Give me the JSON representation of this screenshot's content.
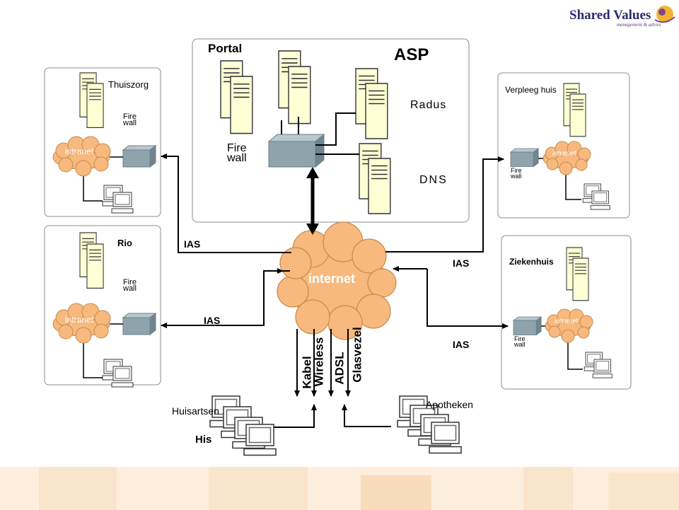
{
  "logo": {
    "name": "Shared Values",
    "tagline": "management & advies"
  },
  "portal": {
    "title": "Portal",
    "asp_label": "ASP",
    "radius_label": "Radus",
    "dns_label": "DNS",
    "firewall_label": "Fire\nwall"
  },
  "thuiszorg": {
    "title": "Thuiszorg",
    "firewall_label": "Fire\nwall",
    "intranet_label": "intranet"
  },
  "rio": {
    "title": "Rio",
    "firewall_label": "Fire\nwall",
    "intranet_label": "intranet"
  },
  "verpleeghuis": {
    "title": "Verpleeg huis",
    "firewall_label": "Fire\nwall",
    "intranet_label": "intranet"
  },
  "ziekenhuis": {
    "title": "Ziekenhuis",
    "firewall_label": "Fire\nwall",
    "intranet_label": "intranet"
  },
  "internet_label": "internet",
  "ias_labels": [
    "IAS",
    "IAS",
    "IAS",
    "IAS"
  ],
  "connections": [
    "Kabel",
    "Wireless",
    "ADSL",
    "Glasvezel"
  ],
  "huisartsen": {
    "title": "Huisartsen",
    "system_label": "His"
  },
  "apotheken": {
    "title": "Apotheken"
  },
  "colors": {
    "cloud": "#f7b97d",
    "server": "#ffffd5",
    "firewall": "#8fa3ad",
    "footer": "#fdeede"
  }
}
